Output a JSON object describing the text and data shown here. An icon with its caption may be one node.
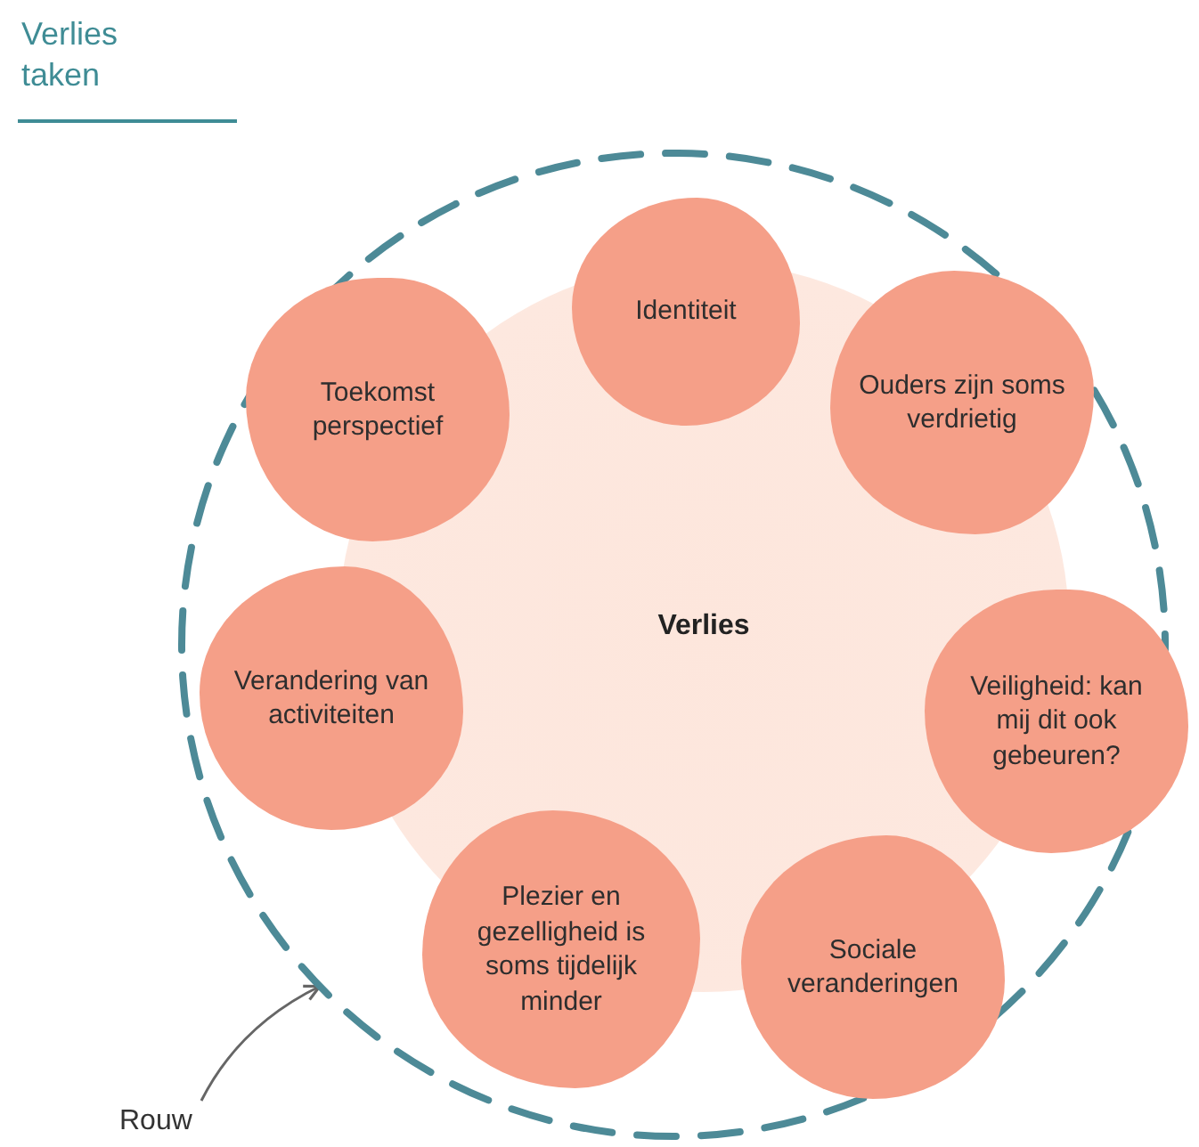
{
  "diagram": {
    "title": "Verlies taken",
    "nodes": [
      {
        "text": [],
        "shape": "circle"
      },
      {
        "text": [
          "Verlies"
        ],
        "in": 0
      },
      {
        "text": [
          "Identiteit"
        ],
        "in": 0
      },
      {
        "text": [
          "Toekomst perspectief"
        ],
        "in": 0
      },
      {
        "text": [
          "Ouders zijn soms verdrietig"
        ],
        "in": 0
      },
      {
        "text": [
          "Verandering van activiteiten"
        ],
        "in": 0
      },
      {
        "text": [
          "Veiligheid: kan mij dit ook gebeuren?"
        ],
        "in": 0
      },
      {
        "text": [
          "Plezier en gezelligheid is soms tijdelijk minder"
        ],
        "in": 0
      },
      {
        "text": [
          "Sociale veranderingen"
        ],
        "in": 0
      },
      {
        "text": [
          "Rouw"
        ]
      }
    ],
    "edges": [
      {
        "from": 9,
        "to": 0,
        "arrow": "to"
      }
    ]
  }
}
